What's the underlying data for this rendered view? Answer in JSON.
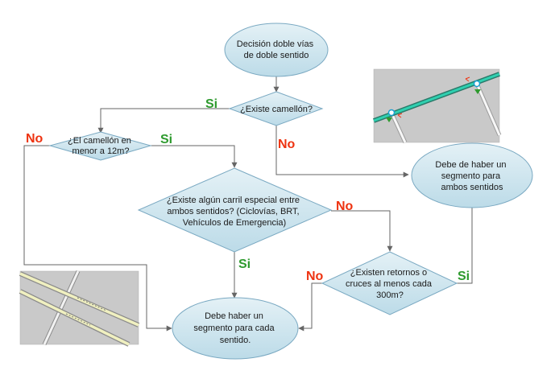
{
  "colors": {
    "node_fill": "#cfe6ef",
    "node_stroke": "#7aa9c2",
    "yes": "#2e9a2e",
    "no": "#ee3311",
    "edge": "#666666"
  },
  "nodes": {
    "start": [
      "Decisión doble vías",
      "de doble sentido"
    ],
    "existe_camellon": [
      "¿Existe camellón?"
    ],
    "camellon_12m": [
      "¿El camellón en",
      "menor a 12m?"
    ],
    "carril_especial": [
      "¿Existe algún carril especial entre",
      "ambos sentidos? (Ciclovías, BRT,",
      "Vehículos de Emergencia)"
    ],
    "retornos": [
      "¿Existen retornos o",
      "cruces al menos cada",
      "300m?"
    ],
    "un_segmento": [
      "Debe de haber un",
      "segmento para",
      "ambos sentidos"
    ],
    "segmento_cada": [
      "Debe haber un",
      "segmento para cada",
      "sentido."
    ]
  },
  "edge_labels": {
    "yes": "Si",
    "no": "No"
  },
  "images": {
    "top_right": "map-single-segment-illustration",
    "bottom_left": "map-two-segment-illustration"
  }
}
